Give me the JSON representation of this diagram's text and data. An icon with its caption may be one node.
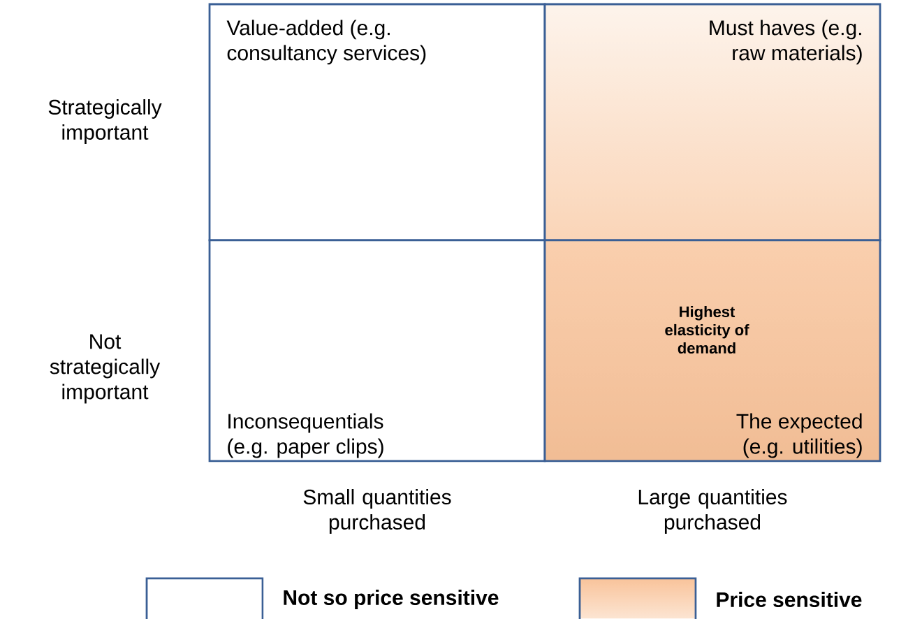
{
  "diagram": {
    "nodes": [
      {
        "text": [
          "Value-added (e.g. consultancy services)"
        ]
      },
      {
        "text": [
          "Must haves (e.g. raw materials)"
        ]
      },
      {
        "text": [
          "Inconsequentials (e.g. paper clips)"
        ]
      },
      {
        "text": [
          "Highest elasticity of demand",
          "The expected (e.g. utilities)"
        ]
      }
    ],
    "labels": [
      "Strategically important",
      "Not strategically important",
      "Small quantities purchased",
      "Large quantities purchased"
    ],
    "legend": [
      {
        "text": "Not so price sensitive"
      },
      {
        "text": "Price sensitive",
        "color": "#f9c39a"
      }
    ]
  }
}
